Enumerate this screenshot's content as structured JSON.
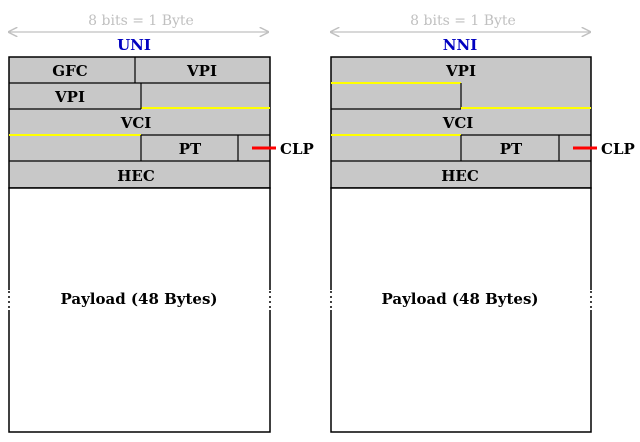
{
  "colors": {
    "cell_fill": "#c8c8c8",
    "border": "#000000",
    "yellow_line": "#ffff00",
    "clp_line": "#ff0000",
    "bits_text": "#c0c0c0",
    "title_text": "#0000c0"
  },
  "byte_label": "8 bits = 1 Byte",
  "uni": {
    "title": "UNI",
    "gfc": "GFC",
    "vpi_top": "VPI",
    "vpi_mid": "VPI",
    "vci": "VCI",
    "pt": "PT",
    "clp": "CLP",
    "hec": "HEC",
    "payload": "Payload (48 Bytes)"
  },
  "nni": {
    "title": "NNI",
    "vpi_top": "VPI",
    "vci": "VCI",
    "pt": "PT",
    "clp": "CLP",
    "hec": "HEC",
    "payload": "Payload (48 Bytes)"
  }
}
